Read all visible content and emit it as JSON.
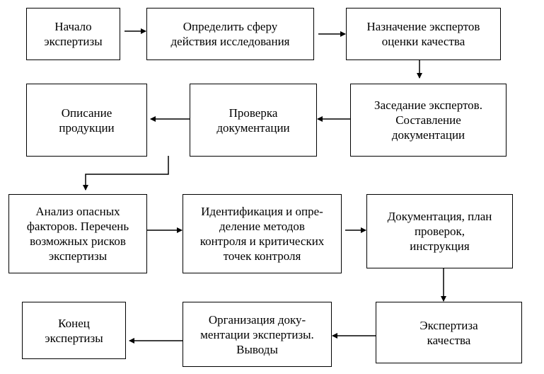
{
  "diagram": {
    "type": "flowchart",
    "nodes": [
      {
        "id": "start",
        "text": "Начало\nэкспертизы"
      },
      {
        "id": "scope",
        "text": "Определить сферу\nдействия исследования"
      },
      {
        "id": "assign",
        "text": "Назначение экспертов\nоценки качества"
      },
      {
        "id": "meeting",
        "text": "Заседание экспертов.\nСоставление\nдокументации"
      },
      {
        "id": "check_docs",
        "text": "Проверка\nдокументации"
      },
      {
        "id": "product_desc",
        "text": "Описание\nпродукции"
      },
      {
        "id": "hazard",
        "text": "Анализ опасных\nфакторов. Перечень\nвозможных рисков\nэкспертизы"
      },
      {
        "id": "identify",
        "text": "Идентификация  и опре-\nделение методов\nконтроля и критических\nточек контроля"
      },
      {
        "id": "docs_plan",
        "text": "Документация,  план\nпроверок,\nинструкция"
      },
      {
        "id": "quality",
        "text": "Экспертиза\nкачества"
      },
      {
        "id": "organize",
        "text": "Организация доку-\nментации экспертизы.\nВыводы"
      },
      {
        "id": "end",
        "text": "Конец\nэкспертизы"
      }
    ],
    "edges": [
      {
        "from": "start",
        "to": "scope"
      },
      {
        "from": "scope",
        "to": "assign"
      },
      {
        "from": "assign",
        "to": "meeting"
      },
      {
        "from": "meeting",
        "to": "check_docs"
      },
      {
        "from": "check_docs",
        "to": "product_desc"
      },
      {
        "from": "check_docs",
        "to": "hazard"
      },
      {
        "from": "hazard",
        "to": "identify"
      },
      {
        "from": "identify",
        "to": "docs_plan"
      },
      {
        "from": "docs_plan",
        "to": "quality"
      },
      {
        "from": "quality",
        "to": "organize"
      },
      {
        "from": "organize",
        "to": "end"
      }
    ],
    "colors": {
      "stroke": "#000000",
      "fill": "#ffffff",
      "text": "#000000"
    }
  }
}
